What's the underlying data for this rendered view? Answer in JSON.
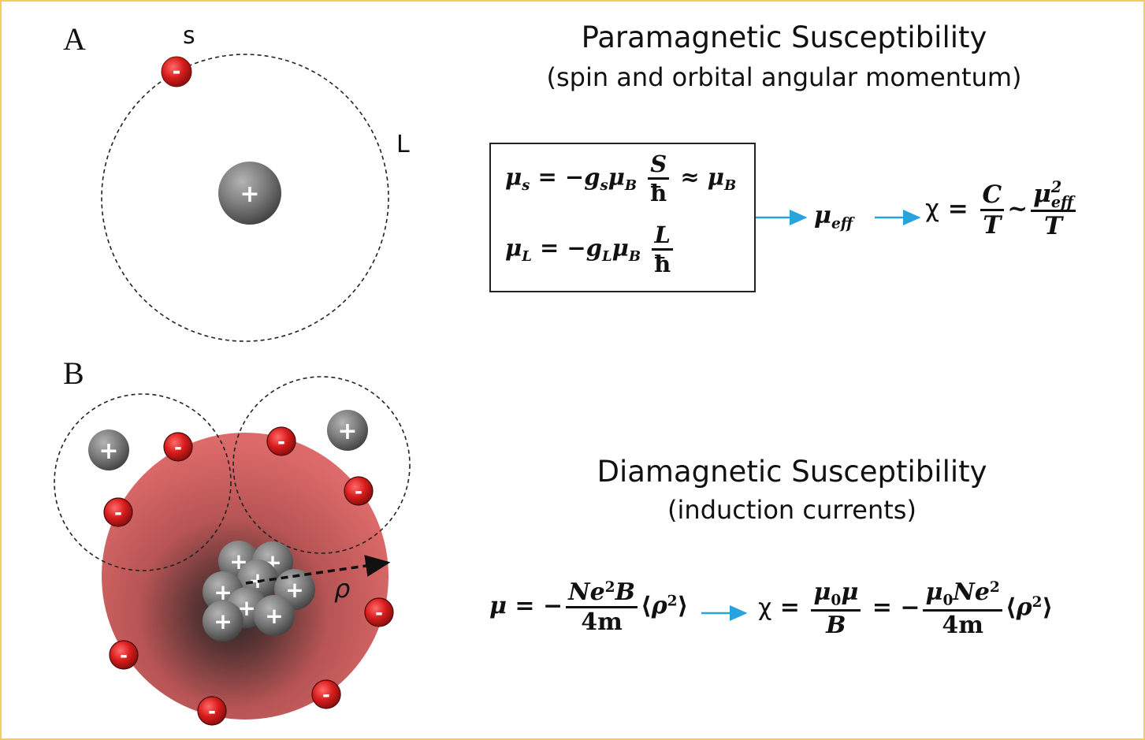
{
  "panel_a": {
    "letter": "A",
    "electron_sign": "-",
    "nucleus_sign": "+",
    "spin_label": "s",
    "orbit_label": "L"
  },
  "panel_b": {
    "letter": "B",
    "rho_label": "ρ",
    "electron_sign": "-",
    "proton_sign": "+"
  },
  "paramagnetic": {
    "title": "Paramagnetic Susceptibility",
    "subtitle": "(spin and orbital angular momentum)",
    "eq1": {
      "lhs": "μ",
      "lhs_sub": "s",
      "eq": "=",
      "minus": "−",
      "g": "g",
      "g_sub": "s",
      "mu": "μ",
      "mu_sub": "B",
      "num": "S",
      "den": "ħ",
      "approx": "≈",
      "rhs": "μ",
      "rhs_sub": "B"
    },
    "eq2": {
      "lhs": "μ",
      "lhs_sub": "L",
      "eq": "=",
      "minus": "−",
      "g": "g",
      "g_sub": "L",
      "mu": "μ",
      "mu_sub": "B",
      "num": "L",
      "den": "ħ"
    },
    "mu_eff": {
      "base": "μ",
      "sub": "eff"
    },
    "chi": {
      "symbol": "χ",
      "eq": "=",
      "num1": "C",
      "den1": "T",
      "tilde": "~",
      "num2_base": "μ",
      "num2_sup": "2",
      "num2_sub": "eff",
      "den2": "T"
    }
  },
  "diamagnetic": {
    "title": "Diamagnetic Susceptibility",
    "subtitle": "(induction currents)",
    "eq_mu": {
      "lhs": "μ",
      "eq": "=",
      "minus": "−",
      "num": "Ne",
      "num_sup": "2",
      "num_tail": "B",
      "den": "4m",
      "avg_open": "⟨",
      "rho": "ρ",
      "rho_sup": "2",
      "avg_close": "⟩"
    },
    "eq_chi": {
      "symbol": "χ",
      "eq1": "=",
      "num1": "μ",
      "num1_sub": "0",
      "num1_tail": "μ",
      "den1": "B",
      "eq2": "=",
      "minus": "−",
      "num2": "μ",
      "num2_sub": "0",
      "num2_tail": "Ne",
      "num2_sup": "2",
      "den2": "4m",
      "avg_open": "⟨",
      "rho": "ρ",
      "rho_sup": "2",
      "avg_close": "⟩"
    }
  },
  "colors": {
    "border": "#f6cd58",
    "arrow": "#29a3dd",
    "electron": "#d31f1f",
    "nucleus": "#777777",
    "cloud": "#d96363"
  }
}
